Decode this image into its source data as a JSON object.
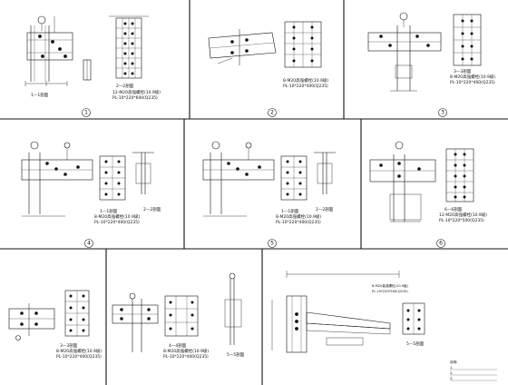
{
  "panels": [
    {
      "id": "1",
      "number": "1",
      "section_title": "2—2剖面",
      "spec_1": "12-M20高强螺栓(10.9级)",
      "spec_2": "PL-10*220*600(Q235)",
      "detail_title": "1—1剖面"
    },
    {
      "id": "2",
      "number": "2",
      "section_title": "",
      "spec_1": "8-M20高强螺栓(10.9级)",
      "spec_2": "PL-10*220*400(Q235)",
      "detail_title": ""
    },
    {
      "id": "3",
      "number": "3",
      "section_title": "3—3剖面",
      "spec_1": "8-M20高强螺栓(10.9级)",
      "spec_2": "PL-10*220*400(Q235)",
      "detail_title": ""
    },
    {
      "id": "4",
      "number": "4",
      "section_title": "1—1剖面",
      "spec_1": "8-M20高强螺栓(10.9级)",
      "spec_2": "PL-10*220*400(Q235)",
      "detail_title": "2—2剖面"
    },
    {
      "id": "5",
      "number": "5",
      "section_title": "1—1剖面",
      "spec_1": "8-M20高强螺栓(10.9级)",
      "spec_2": "PL-10*220*400(Q235)",
      "detail_title": "2—2剖面"
    },
    {
      "id": "6",
      "number": "6",
      "section_title": "6—6剖面",
      "spec_1": "12-M20高强螺栓(10.9级)",
      "spec_2": "PL-10*220*500(Q235)",
      "detail_title": ""
    },
    {
      "id": "7",
      "number": "",
      "section_title": "3—3剖面",
      "spec_1": "8-M20高强螺栓(10.9级)",
      "spec_2": "PL-10*220*400(Q235)",
      "detail_title": ""
    },
    {
      "id": "8",
      "number": "",
      "section_title": "4—4剖面",
      "spec_1": "8-M20高强螺栓(10.9级)",
      "spec_2": "PL-10*220*400(Q235)",
      "detail_title": "5—5剖面"
    },
    {
      "id": "9",
      "number": "",
      "section_title": "5—5剖面",
      "spec_1": "8-M20高强螺栓(10.9级)",
      "spec_2": "PL-10*220*500(Q235)",
      "detail_title": "",
      "note_title": "说明:",
      "note_1": "1.",
      "note_2": "2.",
      "note_3": "3."
    }
  ]
}
